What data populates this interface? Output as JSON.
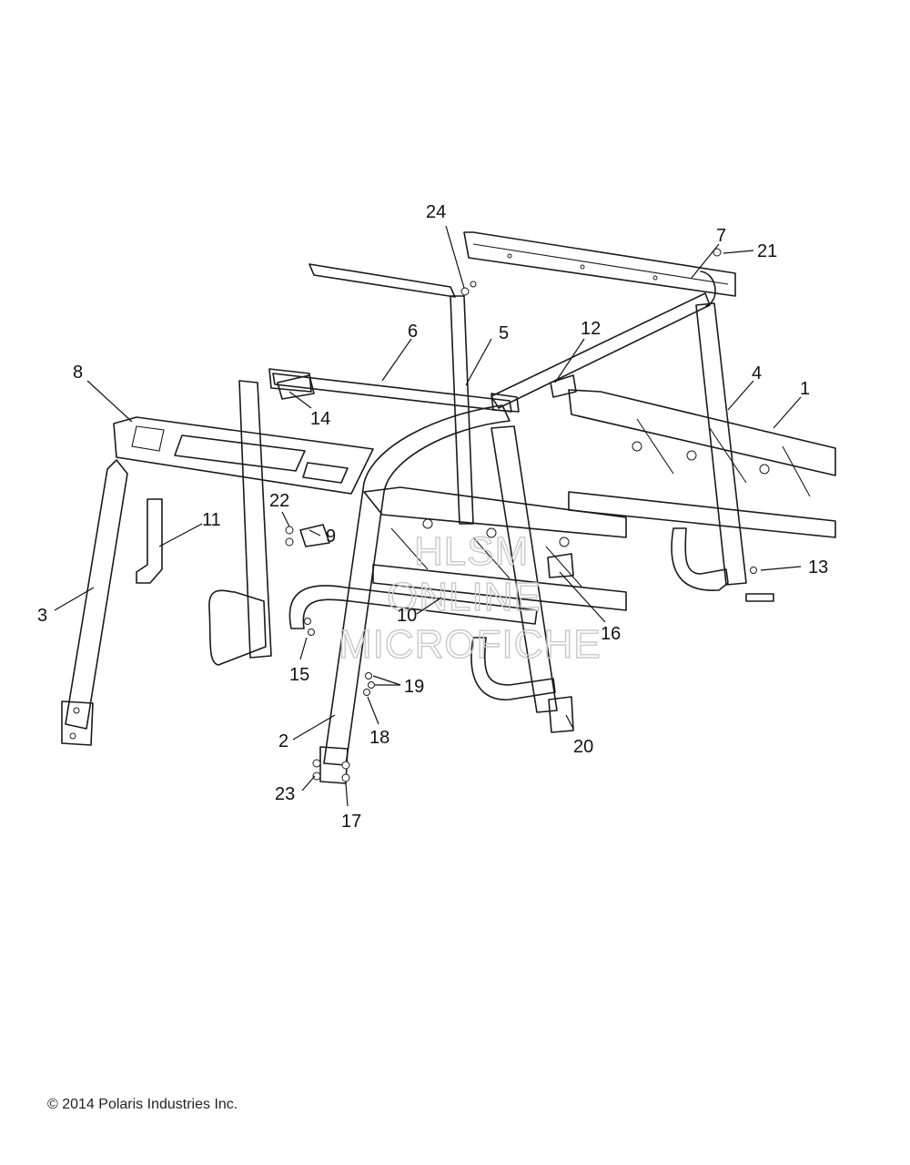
{
  "callouts": [
    "1",
    "2",
    "3",
    "4",
    "5",
    "6",
    "7",
    "8",
    "9",
    "10",
    "11",
    "12",
    "13",
    "14",
    "15",
    "16",
    "17",
    "18",
    "19",
    "20",
    "21",
    "22",
    "23",
    "24"
  ],
  "watermark": {
    "line1": "HLSM",
    "line2": "ONLINE",
    "line3": "MICROFICHE"
  },
  "copyright": "© 2014 Polaris Industries Inc."
}
